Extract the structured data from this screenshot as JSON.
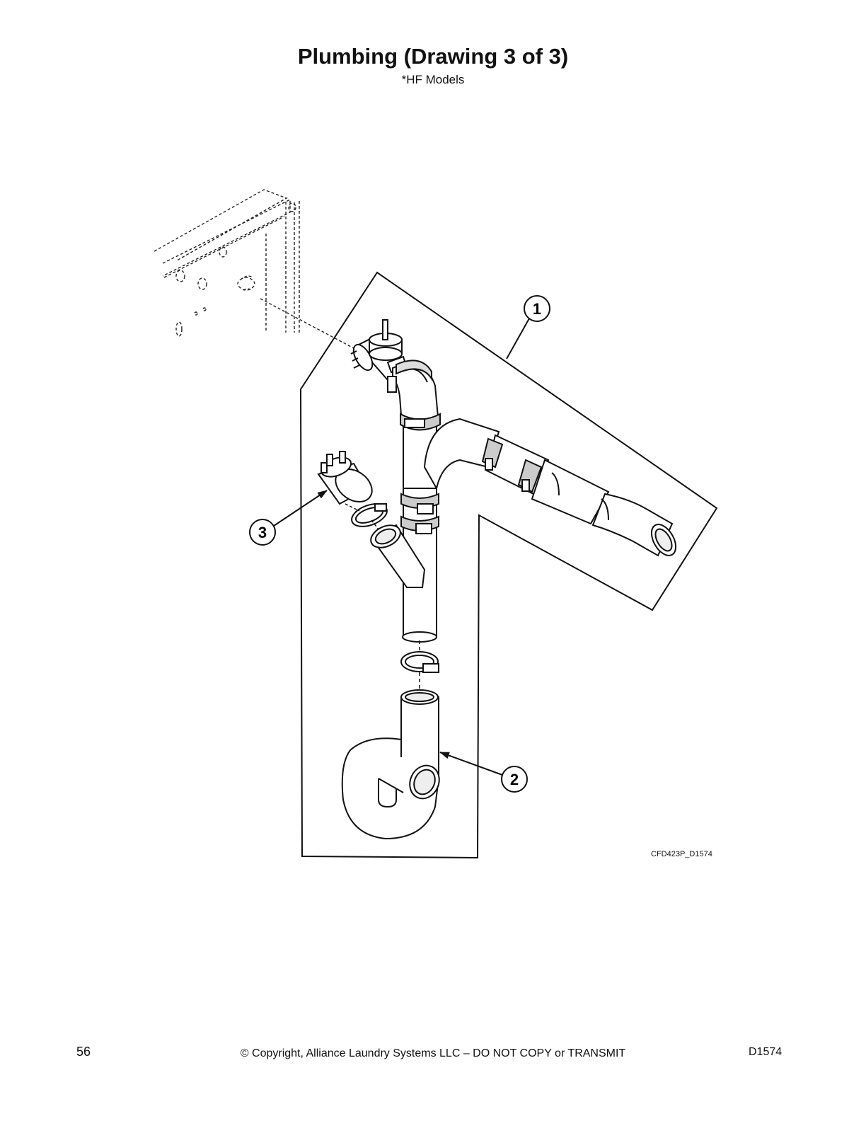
{
  "header": {
    "title": "Plumbing (Drawing 3 of 3)",
    "subtitle": "*HF Models"
  },
  "diagram": {
    "callouts": [
      {
        "label": "1"
      },
      {
        "label": "2"
      },
      {
        "label": "3"
      }
    ],
    "drawing_id": "CFD423P_D1574"
  },
  "footer": {
    "page_number": "56",
    "copyright": "© Copyright, Alliance Laundry Systems LLC – DO NOT COPY or TRANSMIT",
    "doc_number": "D1574"
  }
}
